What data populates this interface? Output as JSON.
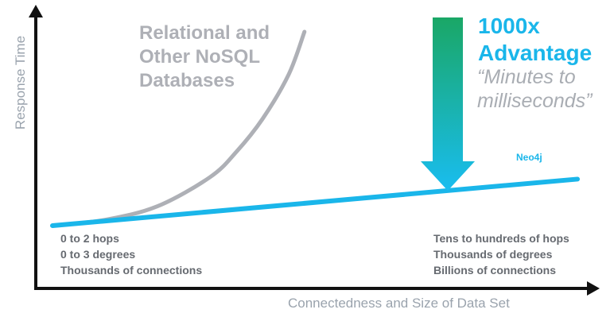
{
  "chart_data": {
    "type": "line",
    "title": "",
    "xlabel": "Connectedness and Size of Data Set",
    "ylabel": "Response Time",
    "x_ticks_shown": false,
    "y_ticks_shown": false,
    "grid": false,
    "xlim": [
      0,
      100
    ],
    "ylim": [
      0,
      100
    ],
    "series": [
      {
        "name": "Relational and Other NoSQL Databases",
        "color": "#aeb0b6",
        "x": [
          0,
          10,
          20,
          30,
          35,
          40,
          45,
          48
        ],
        "y": [
          0,
          3,
          10,
          25,
          38,
          55,
          78,
          100
        ]
      },
      {
        "name": "Neo4j",
        "color": "#1ab6ea",
        "x": [
          0,
          100
        ],
        "y": [
          0,
          24
        ]
      }
    ],
    "annotations": {
      "advantage_title": [
        "1000x",
        "Advantage"
      ],
      "advantage_quote": [
        "“Minutes to",
        "milliseconds”"
      ],
      "arrow_colors": [
        "#1aa766",
        "#19bdf0"
      ],
      "left_note": [
        "0 to 2 hops",
        "0 to 3 degrees",
        "Thousands of connections"
      ],
      "right_note": [
        "Tens to hundreds of hops",
        "Thousands of degrees",
        "Billions of connections"
      ]
    }
  }
}
